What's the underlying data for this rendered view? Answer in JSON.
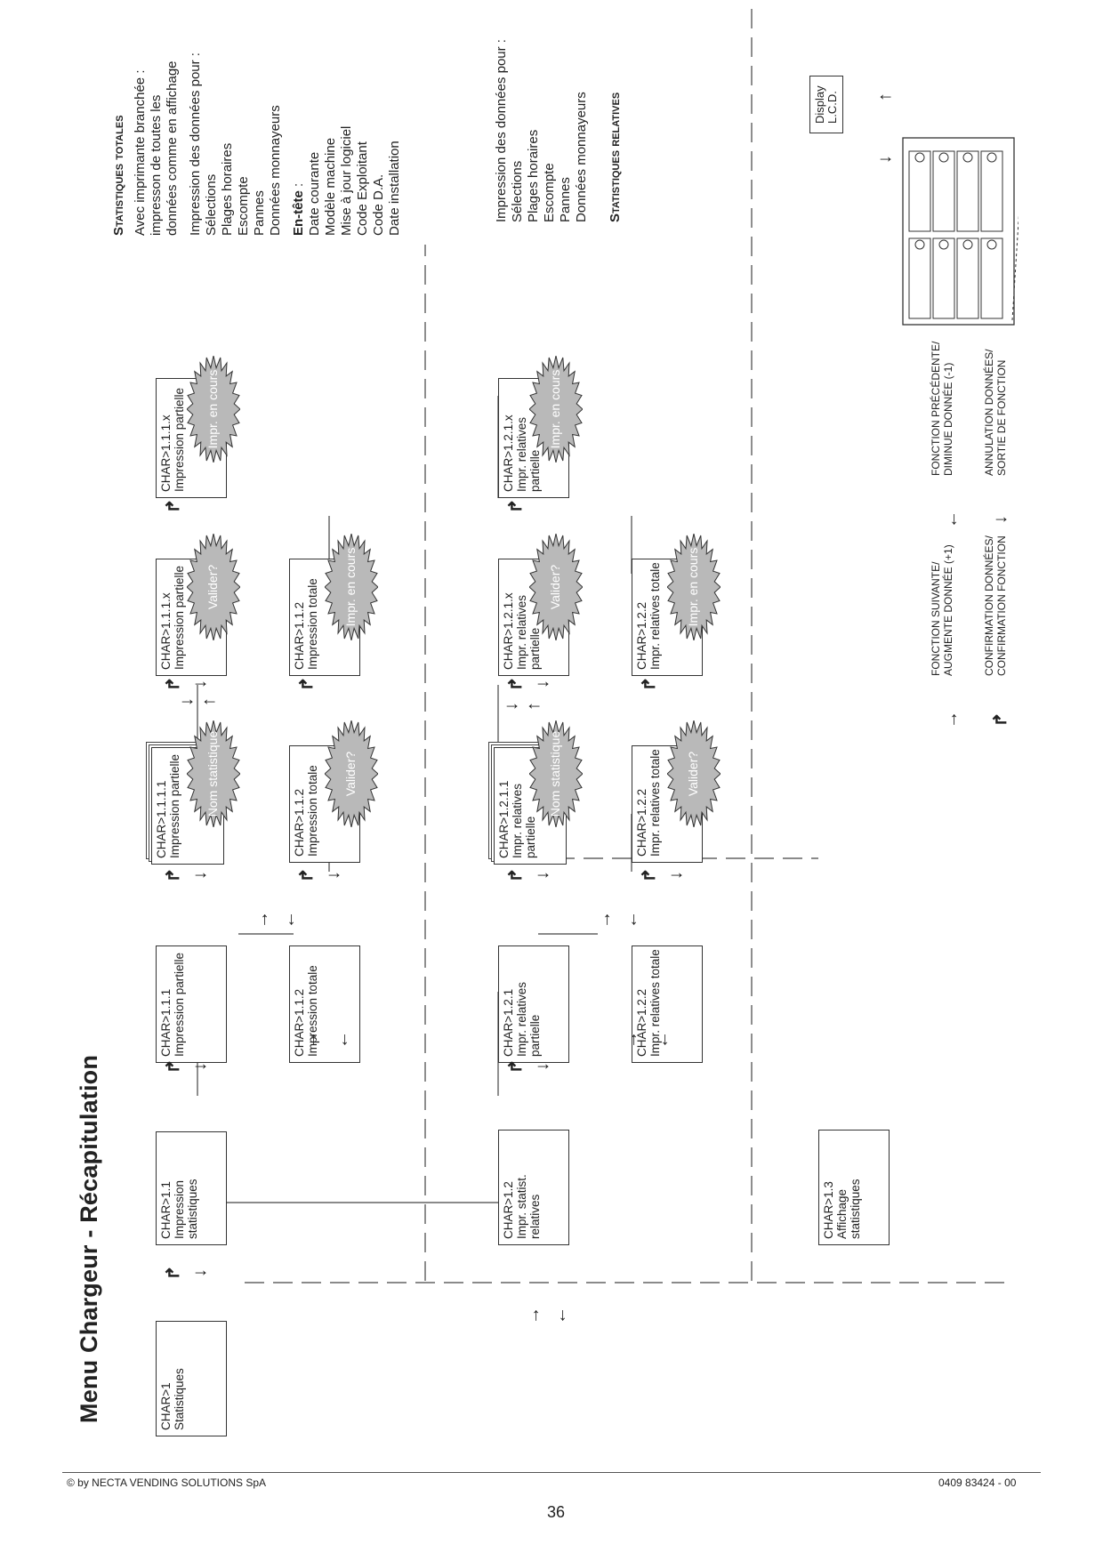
{
  "title": "Menu Chargeur - Récapitulation",
  "boxes": {
    "char1": [
      "CHAR>1",
      "Statistiques"
    ],
    "char11": [
      "CHAR>1.1",
      "Impression statistiques"
    ],
    "char111": [
      "CHAR>1.1.1",
      "Impression partielle"
    ],
    "char112": [
      "CHAR>1.1.2",
      "Impression totale"
    ],
    "char1111": [
      "CHAR>1.1.1.1",
      "Impression partielle"
    ],
    "char112v": [
      "CHAR>1.1.2",
      "Impression totale"
    ],
    "char111x": [
      "CHAR>1.1.1.x",
      "Impression partielle"
    ],
    "char112e": [
      "CHAR>1.1.2",
      "Impression totale"
    ],
    "char111xe": [
      "CHAR>1.1.1.x",
      "Impression partielle"
    ],
    "char12": [
      "CHAR>1.2",
      "Impr. statist. relatives"
    ],
    "char121": [
      "CHAR>1.2.1",
      "Impr. relatives partielle"
    ],
    "char122": [
      "CHAR>1.2.2",
      "Impr. relatives totale"
    ],
    "char1211": [
      "CHAR>1.2.1.1",
      "Impr. relatives partielle"
    ],
    "char122v": [
      "CHAR>1.2.2",
      "Impr. relatives totale"
    ],
    "char121x": [
      "CHAR>1.2.1.x",
      "Impr. relatives partielle"
    ],
    "char122e": [
      "CHAR>1.2.2",
      "Impr. relatives totale"
    ],
    "char121xe": [
      "CHAR>1.2.1.x",
      "Impr. relatives partielle"
    ],
    "char13": [
      "CHAR>1.3",
      "Affichage statistiques"
    ]
  },
  "bursts": {
    "nom": "Nom statistique",
    "valider": "Valider?",
    "impr": "Impr. en cours"
  },
  "stat_totales": {
    "heading": "Statistiques totales",
    "lines": [
      "Avec imprimante branchée :",
      "impresson de toutes les",
      "données comme en affichage"
    ],
    "print_lines": [
      "Impression des données pour :",
      "Sélections",
      "Plages horaires",
      "Escompte",
      "Pannes",
      "Données monnayeurs"
    ],
    "entete_label": "En-tête",
    "entete_suffix": " :",
    "entete_lines": [
      "Date courante",
      "Modèle machine",
      "Mise à jour logiciel",
      "Code Exploitant",
      "Code D.A.",
      "Date installation"
    ]
  },
  "stat_relatives": {
    "print_lines": [
      "Impression des données pour :",
      "Sélections",
      "Plages horaires",
      "Escompte",
      "Pannes",
      "Données monnayeurs"
    ],
    "heading": "Statistiques relatives"
  },
  "legend": {
    "next": [
      "FONCTION SUIVANTE/",
      "AUGMENTE DONNÉE (+1)"
    ],
    "prev": [
      "FONCTION PRÉCÉDENTE/",
      "DIMINUE DONNÉE (-1)"
    ],
    "confirm": [
      "CONFIRMATION DONNÉES/",
      "CONFIRMATION FONCTION"
    ],
    "cancel": [
      "ANNULATION DONNÉES/",
      "SORTIE DE FONCTION"
    ],
    "display": [
      "Display",
      "L.C.D."
    ]
  },
  "footer": {
    "copyright": "© by NECTA VENDING SOLUTIONS SpA",
    "page": "36",
    "doc_code": "0409 83424 - 00"
  }
}
